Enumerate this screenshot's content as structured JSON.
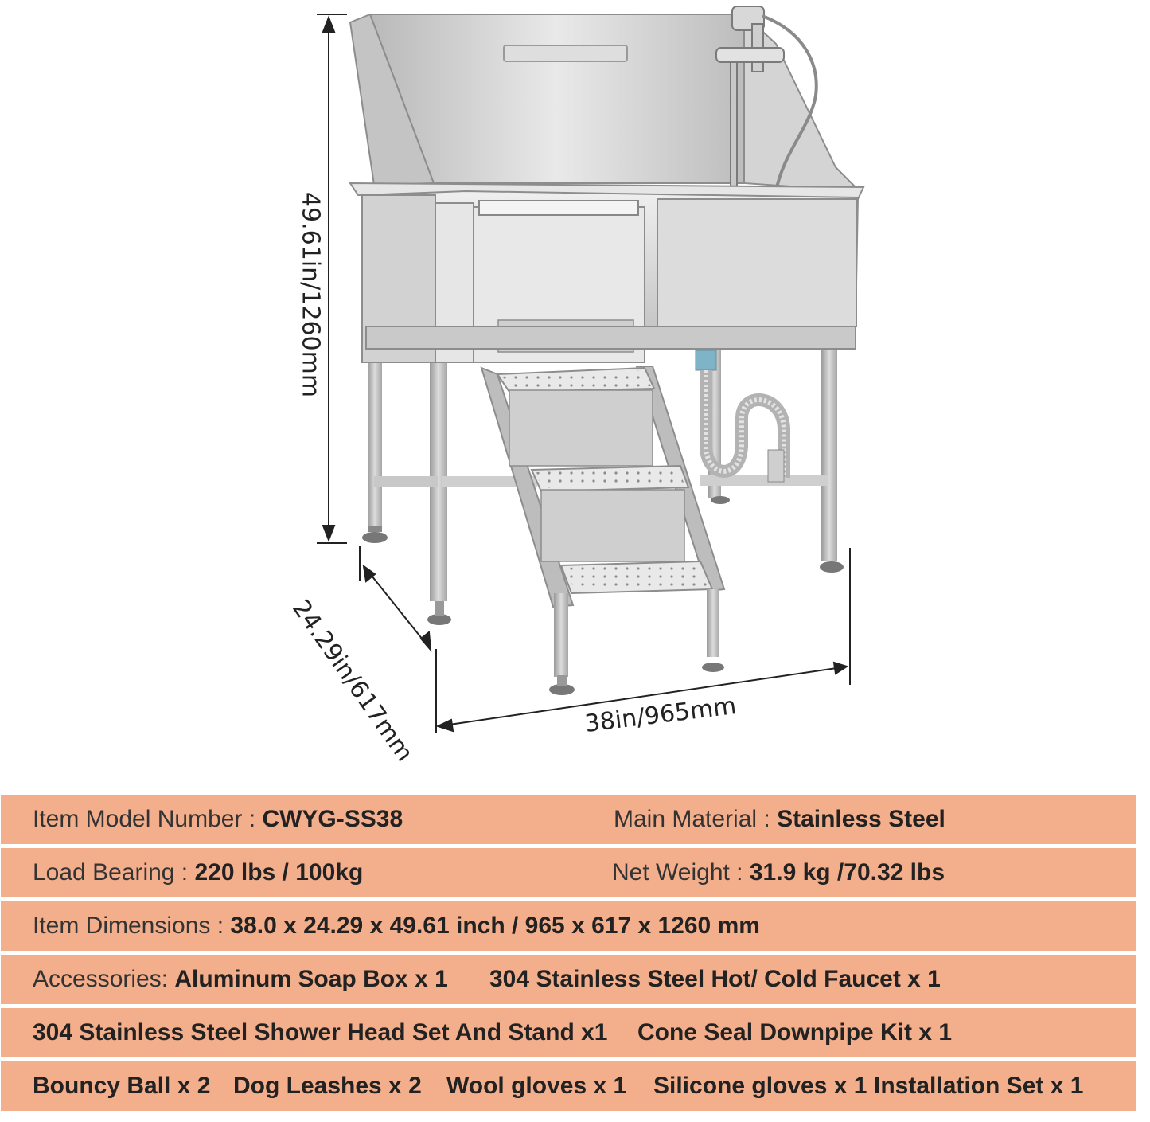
{
  "dimensions": {
    "height": "49.61in/1260mm",
    "depth": "24.29in/617mm",
    "width": "38in/965mm"
  },
  "specs": {
    "model_label": "Item Model Number : ",
    "model_value": "CWYG-SS38",
    "material_label": "Main Material : ",
    "material_value": "Stainless Steel",
    "load_label": "Load Bearing : ",
    "load_value": "220 lbs / 100kg",
    "weight_label": "Net Weight : ",
    "weight_value": "31.9 kg /70.32 lbs",
    "dims_label": "Item Dimensions : ",
    "dims_value": "38.0 x 24.29 x 49.61 inch / 965 x 617 x 1260 mm",
    "accessories_label": "Accessories: ",
    "acc_soap": "Aluminum Soap Box x 1",
    "acc_faucet": "304 Stainless Steel Hot/ Cold Faucet x 1",
    "acc_shower": "304 Stainless Steel Shower Head Set And Stand x1",
    "acc_downpipe": "Cone Seal Downpipe Kit x 1",
    "acc_ball": "Bouncy Ball x 2",
    "acc_leashes": "Dog Leashes x 2",
    "acc_wool": "Wool gloves x 1",
    "acc_silicone": "Silicone gloves x 1",
    "acc_install": "Installation Set x 1"
  }
}
